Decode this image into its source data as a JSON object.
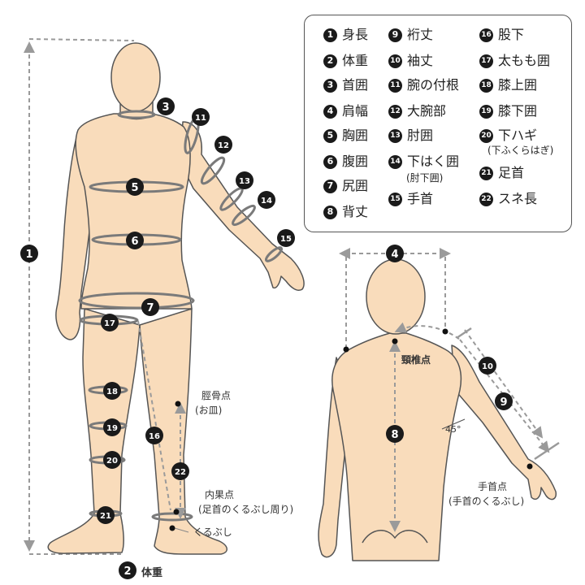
{
  "legend": {
    "items": [
      {
        "n": "1",
        "label": "身長"
      },
      {
        "n": "2",
        "label": "体重"
      },
      {
        "n": "3",
        "label": "首囲"
      },
      {
        "n": "4",
        "label": "肩幅"
      },
      {
        "n": "5",
        "label": "胸囲"
      },
      {
        "n": "6",
        "label": "腹囲"
      },
      {
        "n": "7",
        "label": "尻囲"
      },
      {
        "n": "8",
        "label": "背丈"
      },
      {
        "n": "9",
        "label": "裄丈"
      },
      {
        "n": "10",
        "label": "袖丈"
      },
      {
        "n": "11",
        "label": "腕の付根"
      },
      {
        "n": "12",
        "label": "大腕部"
      },
      {
        "n": "13",
        "label": "肘囲"
      },
      {
        "n": "14",
        "label": "下はく囲",
        "sub": "(肘下囲)"
      },
      {
        "n": "15",
        "label": "手首"
      },
      {
        "n": "16",
        "label": "股下"
      },
      {
        "n": "17",
        "label": "太もも囲"
      },
      {
        "n": "18",
        "label": "膝上囲"
      },
      {
        "n": "19",
        "label": "膝下囲"
      },
      {
        "n": "20",
        "label": "下ハギ",
        "sub": "(下ふくらはぎ)"
      },
      {
        "n": "21",
        "label": "足首"
      },
      {
        "n": "22",
        "label": "スネ長"
      }
    ]
  },
  "annotations": {
    "patella": "脛骨点",
    "patella_sub": "(お皿)",
    "ankle_inner": "内果点",
    "ankle_inner_sub": "(足首のくるぶし周り)",
    "kurubushi": "くるぶし",
    "cervical": "頸椎点",
    "angle": "45°",
    "wrist_point": "手首点",
    "wrist_point_sub": "(手首のくるぶし)",
    "weight_label": "体重"
  },
  "colors": {
    "skin": "#f9dcbb",
    "outline": "#555555",
    "band": "#7a7a7a",
    "badge": "#1a1a1a",
    "dash": "#9a9a9a"
  }
}
